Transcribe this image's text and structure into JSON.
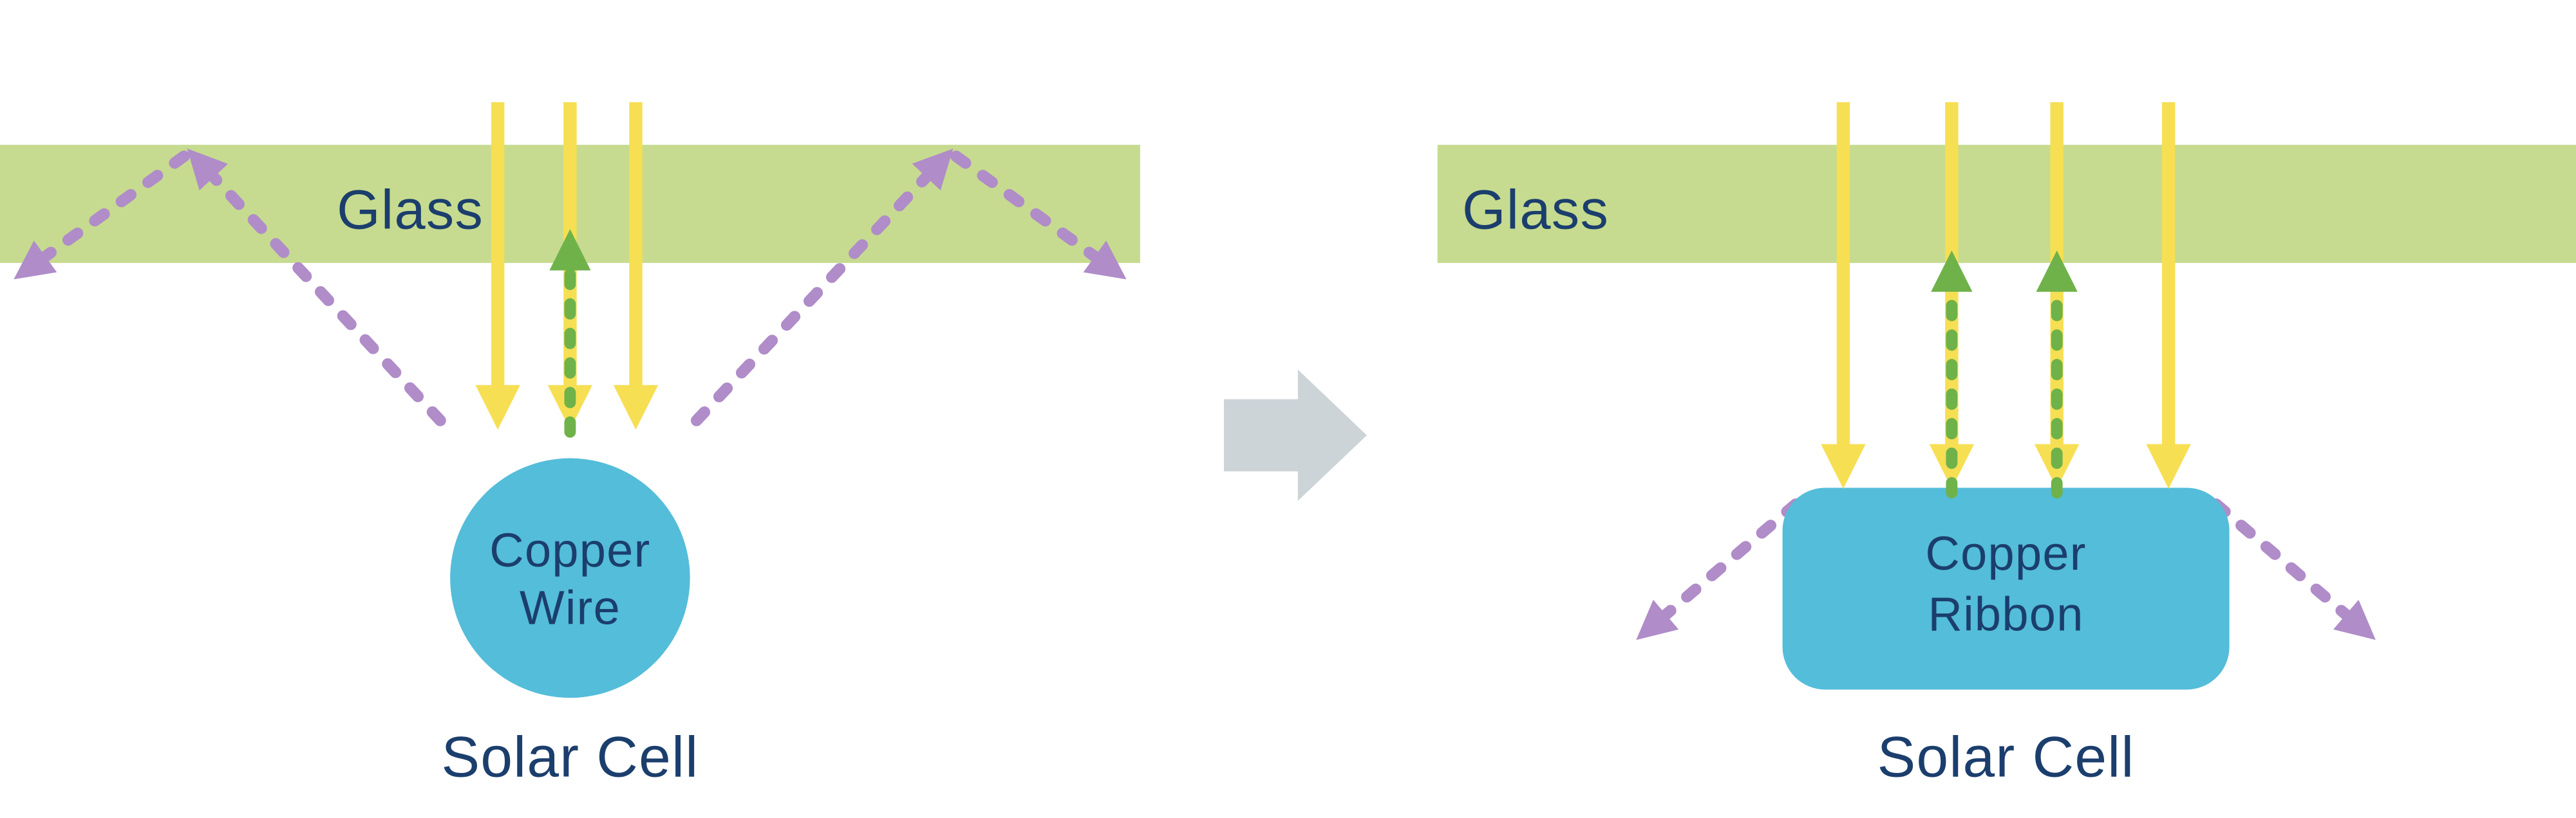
{
  "colors": {
    "glass": "#c6db8f",
    "sunlight": "#f6df53",
    "reflected": "#b08cc8",
    "recaptured": "#6fb24a",
    "copper": "#54bdd9",
    "text": "#1b3e6d",
    "transition": "#ccd4d8",
    "background": "#ffffff"
  },
  "left_panel": {
    "glass_label": "Glass",
    "conductor_line1": "Copper",
    "conductor_line2": "Wire",
    "cell_label": "Solar Cell"
  },
  "right_panel": {
    "glass_label": "Glass",
    "conductor_line1": "Copper",
    "conductor_line2": "Ribbon",
    "cell_label": "Solar Cell"
  },
  "icons": {
    "sunlight_ray": "yellow solid downward arrow",
    "reflected_ray": "purple dashed arrow with arrowhead",
    "recaptured_ray": "green dashed upward arrow",
    "transition_arrow": "gray block arrow pointing right"
  }
}
